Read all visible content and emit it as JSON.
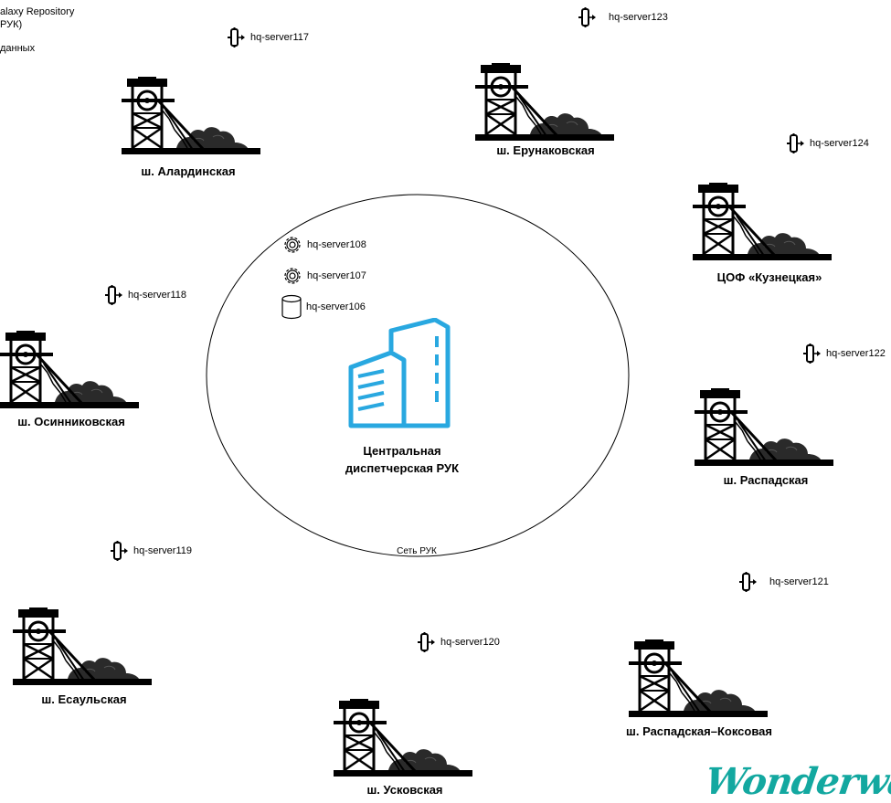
{
  "legend": {
    "line1": "alaxy Repository",
    "line2": "РУК)",
    "line3": "данных"
  },
  "network": {
    "circle_label": "Сеть РУК",
    "center_title_line1": "Центральная",
    "center_title_line2": "диспетчерская РУК"
  },
  "central_servers": [
    {
      "name": "hq-server108",
      "icon": "gear-icon"
    },
    {
      "name": "hq-server107",
      "icon": "gear-icon"
    },
    {
      "name": "hq-server106",
      "icon": "database-icon"
    }
  ],
  "mines": [
    {
      "label": "ш. Алардинская",
      "server": "hq-server117"
    },
    {
      "label": "ш. Ерунаковская",
      "server": "hq-server123"
    },
    {
      "label": "ЦОФ «Кузнецкая»",
      "server": "hq-server124"
    },
    {
      "label": "ш. Осинниковская",
      "server": "hq-server118"
    },
    {
      "label": "ш. Распадская",
      "server": "hq-server122"
    },
    {
      "label": "ш. Есаульская",
      "server": "hq-server119"
    },
    {
      "label": "ш. Распадская–Коксовая",
      "server": "hq-server121"
    },
    {
      "label": "ш. Усковская",
      "server": "hq-server120"
    }
  ],
  "brand": {
    "logo_text": "Wonderware",
    "logo_color": "#13a8a0",
    "building_color": "#29a8e0"
  }
}
